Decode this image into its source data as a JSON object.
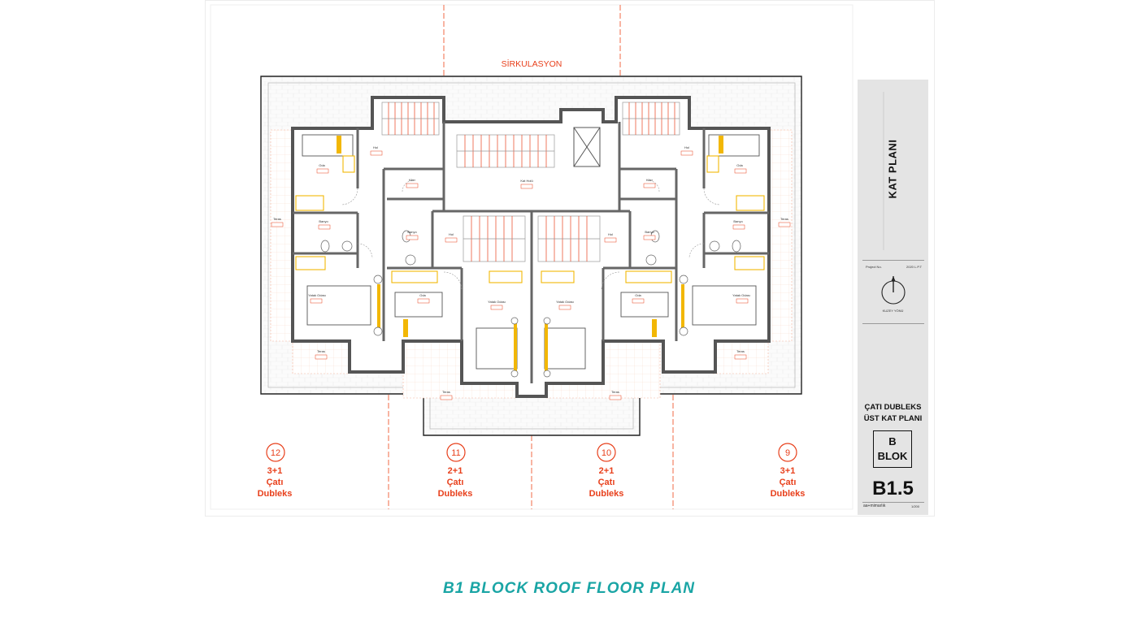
{
  "caption": "B1 BLOCK ROOF FLOOR PLAN",
  "plan": {
    "circulation_label": "SİRKULASYON",
    "units": [
      {
        "number": "12",
        "type": "3+1",
        "line1": "Çatı",
        "line2": "Dubleks"
      },
      {
        "number": "11",
        "type": "2+1",
        "line1": "Çatı",
        "line2": "Dubleks"
      },
      {
        "number": "10",
        "type": "2+1",
        "line1": "Çatı",
        "line2": "Dubleks"
      },
      {
        "number": "9",
        "type": "3+1",
        "line1": "Çatı",
        "line2": "Dubleks"
      }
    ],
    "room_labels": [
      "Hol",
      "Oda",
      "Kiler",
      "Banyo",
      "Yatak Odası",
      "Teras",
      "Kat Holü"
    ]
  },
  "title_block": {
    "sheet_type": "KAT PLANI",
    "project_no_label": "Project No.",
    "project_no_value": "2020 L.P.T",
    "north_label": "KUZEY YÖNÜ",
    "subtitle_1": "ÇATI DUBLEKS",
    "subtitle_2": "ÜST KAT PLANI",
    "block_1": "B",
    "block_2": "BLOK",
    "sheet_code": "B1.5",
    "company": "aa+mimarlık",
    "scale": "1/200"
  },
  "colors": {
    "accent_orange": "#e8401c",
    "caption_teal": "#1aa5a5",
    "wall": "#666666",
    "furniture_yellow": "#f2b705",
    "title_block_bg": "#e4e4e4"
  }
}
